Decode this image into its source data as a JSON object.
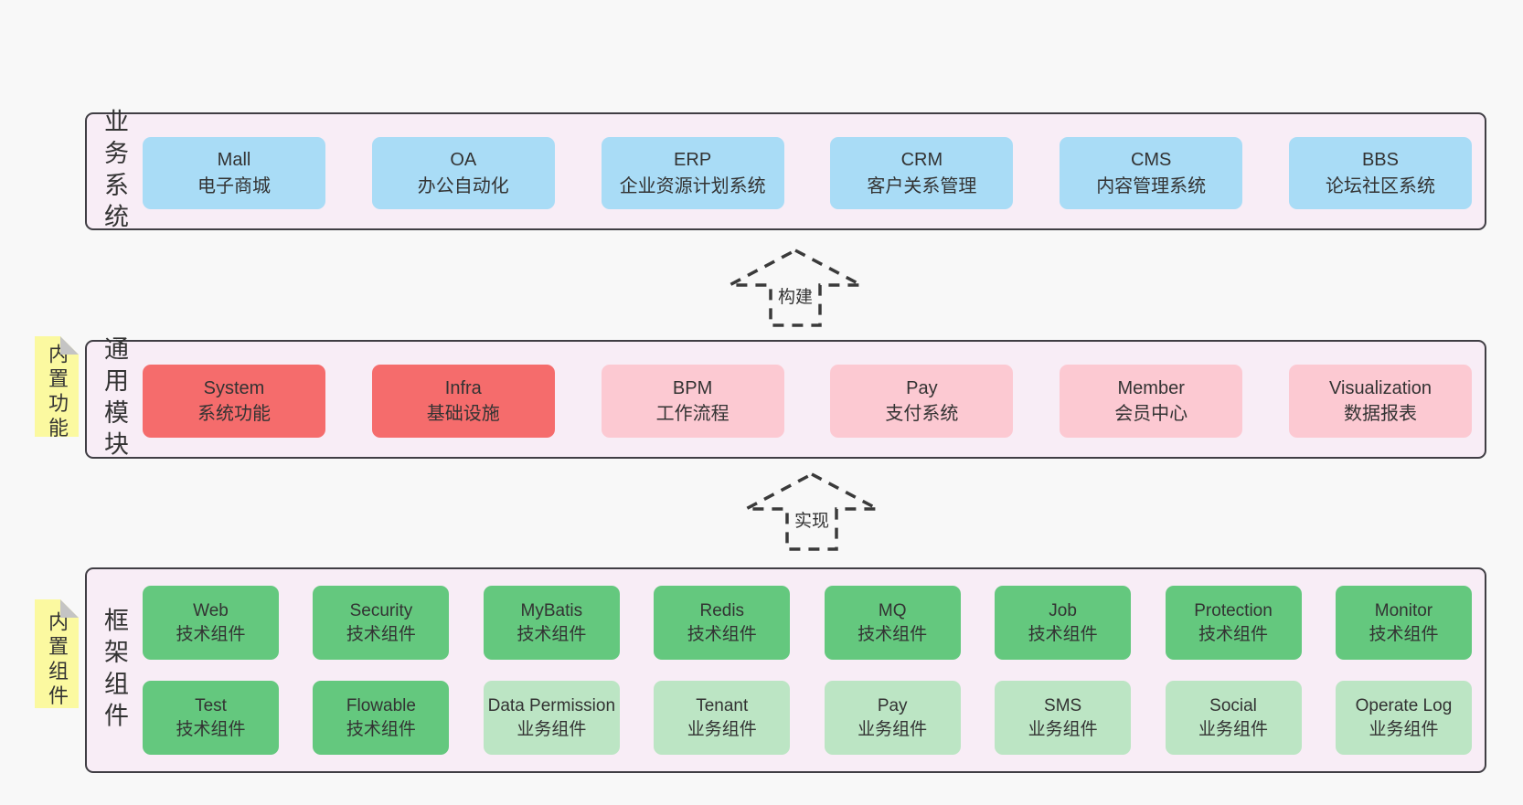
{
  "colors": {
    "page_bg": "#f8f8f8",
    "layer_bg": "#f8edf6",
    "layer_border": "#403e44",
    "blue": "#a9dcf6",
    "red": "#f56c6c",
    "pink": "#fcc9d2",
    "green": "#64c87e",
    "light_green": "#bce5c4",
    "sticky_yellow": "#fbf9a0",
    "sticky_fold": "#c4c4c4",
    "text": "#333333",
    "arrow": "#3a3a3a"
  },
  "layers": {
    "business": {
      "label": "业务系统",
      "boxes": [
        {
          "title": "Mall",
          "subtitle": "电子商城"
        },
        {
          "title": "OA",
          "subtitle": "办公自动化"
        },
        {
          "title": "ERP",
          "subtitle": "企业资源计划系统"
        },
        {
          "title": "CRM",
          "subtitle": "客户关系管理"
        },
        {
          "title": "CMS",
          "subtitle": "内容管理系统"
        },
        {
          "title": "BBS",
          "subtitle": "论坛社区系统"
        }
      ]
    },
    "modules": {
      "label": "通用模块",
      "sticky": "内置功能",
      "boxes": [
        {
          "title": "System",
          "subtitle": "系统功能"
        },
        {
          "title": "Infra",
          "subtitle": "基础设施"
        },
        {
          "title": "BPM",
          "subtitle": "工作流程"
        },
        {
          "title": "Pay",
          "subtitle": "支付系统"
        },
        {
          "title": "Member",
          "subtitle": "会员中心"
        },
        {
          "title": "Visualization",
          "subtitle": "数据报表"
        }
      ]
    },
    "components": {
      "label": "框架组件",
      "sticky": "内置组件",
      "boxes": [
        {
          "title": "Web",
          "subtitle": "技术组件"
        },
        {
          "title": "Security",
          "subtitle": "技术组件"
        },
        {
          "title": "MyBatis",
          "subtitle": "技术组件"
        },
        {
          "title": "Redis",
          "subtitle": "技术组件"
        },
        {
          "title": "MQ",
          "subtitle": "技术组件"
        },
        {
          "title": "Job",
          "subtitle": "技术组件"
        },
        {
          "title": "Protection",
          "subtitle": "技术组件"
        },
        {
          "title": "Monitor",
          "subtitle": "技术组件"
        },
        {
          "title": "Test",
          "subtitle": "技术组件"
        },
        {
          "title": "Flowable",
          "subtitle": "技术组件"
        },
        {
          "title": "Data Permission",
          "subtitle": "业务组件"
        },
        {
          "title": "Tenant",
          "subtitle": "业务组件"
        },
        {
          "title": "Pay",
          "subtitle": "业务组件"
        },
        {
          "title": "SMS",
          "subtitle": "业务组件"
        },
        {
          "title": "Social",
          "subtitle": "业务组件"
        },
        {
          "title": "Operate Log",
          "subtitle": "业务组件"
        }
      ]
    }
  },
  "arrows": {
    "build": "构建",
    "implement": "实现"
  }
}
